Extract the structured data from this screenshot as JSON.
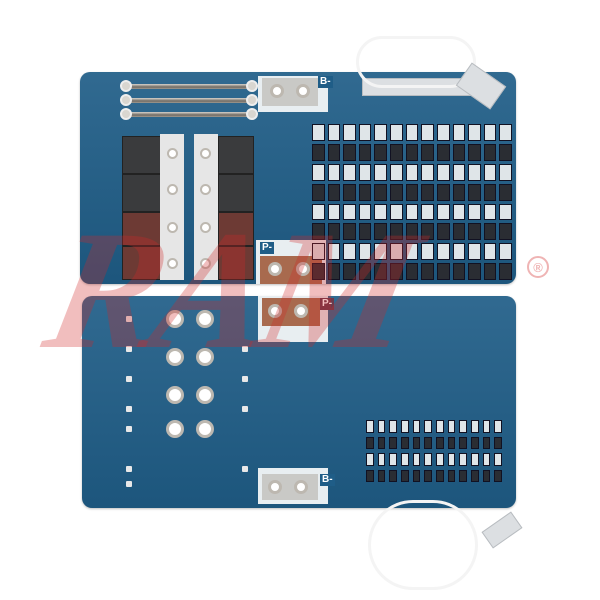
{
  "image": {
    "subject": "BMS protection circuit board, top and bottom views",
    "watermark": {
      "text": "RAM",
      "symbol": "®",
      "color": "#d22828"
    },
    "colors": {
      "pcb": "#1f5d87",
      "silkscreen": "#e8eef1",
      "copper_pad": "#a86a4e",
      "tin_pad": "#c9c9c6",
      "background": "#ffffff"
    }
  },
  "top_board": {
    "labels": {
      "b_minus": "B-",
      "p_minus": "P-"
    },
    "shunt_resistors": 3,
    "mosfets_per_column": 4,
    "balance_channels": 13
  },
  "bottom_board": {
    "labels": {
      "p_minus": "P-",
      "b_minus": "B-"
    },
    "through_holes": 8
  }
}
